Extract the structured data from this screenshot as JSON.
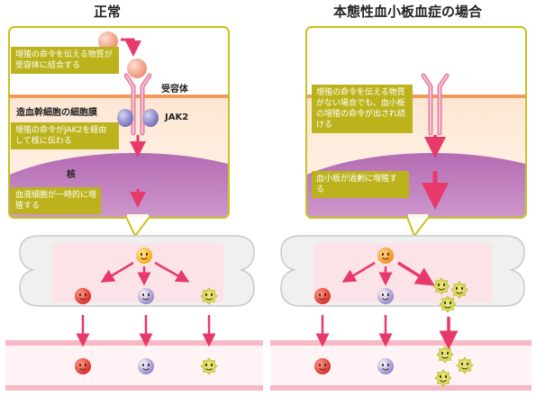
{
  "titles": {
    "normal": "正常",
    "disease": "本態性血小板血症の場合"
  },
  "normal": {
    "callout1": "増殖の命令を伝える物質が受容体に結合する",
    "callout2": "増殖の命令がJAK2を経由して核に伝わる",
    "callout3": "血液細胞が一時的に増殖する",
    "receptor_label": "受容体",
    "membrane_label": "造血幹細胞の細胞膜",
    "jak2_label": "JAK2",
    "nucleus_label": "核"
  },
  "disease": {
    "callout1": "増殖の命令を伝える物質がない場合でも、血小板の増殖の命令が出され続ける",
    "callout2": "血小板が過剰に増殖する"
  },
  "colors": {
    "callout_bg": "#bcb31c",
    "border": "#c9c21f",
    "arrow": "#e8396b",
    "nucleus": "#9b4f9d",
    "membrane": "#f29a5a",
    "red_cell": "#e53935",
    "white_cell": "#8d7fc9",
    "platelet": "#cfd34a",
    "stem_cell": "#f7b500"
  }
}
